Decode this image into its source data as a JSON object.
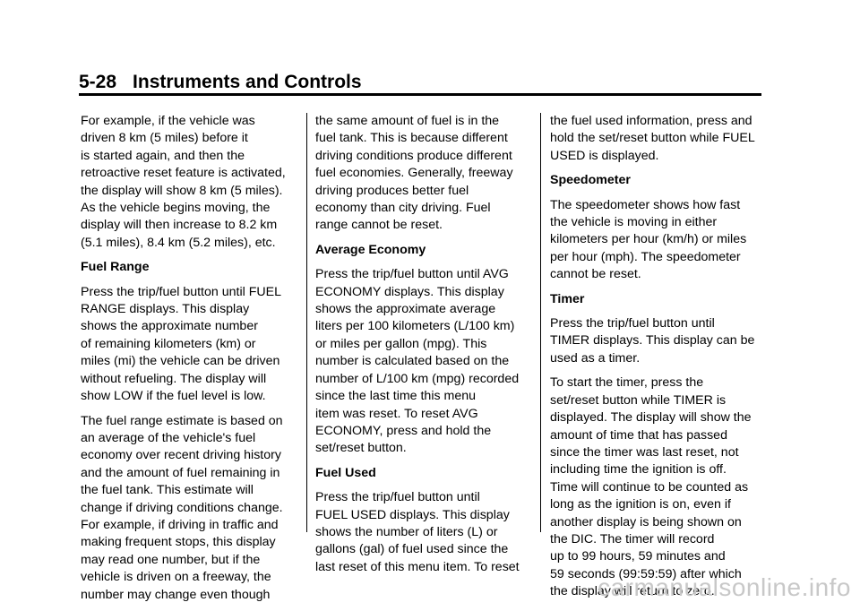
{
  "header": {
    "page_number": "5-28",
    "section_title": "Instruments and Controls"
  },
  "columns": [
    {
      "blocks": [
        {
          "type": "p",
          "lines": [
            "For example, if the vehicle was",
            "driven 8 km (5 miles) before it",
            "is started again, and then the",
            "retroactive reset feature is activated,",
            "the display will show 8 km (5 miles).",
            "As the vehicle begins moving, the",
            "display will then increase to 8.2 km",
            "(5.1 miles), 8.4 km (5.2 miles), etc."
          ]
        },
        {
          "type": "h",
          "text": "Fuel Range"
        },
        {
          "type": "p",
          "lines": [
            "Press the trip/fuel button until FUEL",
            "RANGE displays. This display",
            "shows the approximate number",
            "of remaining kilometers (km) or",
            "miles (mi) the vehicle can be driven",
            "without refueling. The display will",
            "show LOW if the fuel level is low."
          ]
        },
        {
          "type": "p",
          "lines": [
            "The fuel range estimate is based on",
            "an average of the vehicle's fuel",
            "economy over recent driving history",
            "and the amount of fuel remaining in",
            "the fuel tank. This estimate will",
            "change if driving conditions change.",
            "For example, if driving in traffic and",
            "making frequent stops, this display",
            "may read one number, but if the",
            "vehicle is driven on a freeway, the",
            "number may change even though"
          ]
        }
      ]
    },
    {
      "blocks": [
        {
          "type": "p",
          "lines": [
            "the same amount of fuel is in the",
            "fuel tank. This is because different",
            "driving conditions produce different",
            "fuel economies. Generally, freeway",
            "driving produces better fuel",
            "economy than city driving. Fuel",
            "range cannot be reset."
          ]
        },
        {
          "type": "h",
          "text": "Average Economy"
        },
        {
          "type": "p",
          "lines": [
            "Press the trip/fuel button until AVG",
            "ECONOMY displays. This display",
            "shows the approximate average",
            "liters per 100 kilometers (L/100 km)",
            "or miles per gallon (mpg). This",
            "number is calculated based on the",
            "number of L/100 km (mpg) recorded",
            "since the last time this menu",
            "item was reset. To reset AVG",
            "ECONOMY, press and hold the",
            "set/reset button."
          ]
        },
        {
          "type": "h",
          "text": "Fuel Used"
        },
        {
          "type": "p",
          "lines": [
            "Press the trip/fuel button until",
            "FUEL USED displays. This display",
            "shows the number of liters (L) or",
            "gallons (gal) of fuel used since the",
            "last reset of this menu item. To reset"
          ]
        }
      ]
    },
    {
      "blocks": [
        {
          "type": "p",
          "lines": [
            "the fuel used information, press and",
            "hold the set/reset button while FUEL",
            "USED is displayed."
          ]
        },
        {
          "type": "h",
          "text": "Speedometer"
        },
        {
          "type": "p",
          "lines": [
            "The speedometer shows how fast",
            "the vehicle is moving in either",
            "kilometers per hour (km/h) or miles",
            "per hour (mph). The speedometer",
            "cannot be reset."
          ]
        },
        {
          "type": "h",
          "text": "Timer"
        },
        {
          "type": "p",
          "lines": [
            "Press the trip/fuel button until",
            "TIMER displays. This display can be",
            "used as a timer."
          ]
        },
        {
          "type": "p",
          "lines": [
            "To start the timer, press the",
            "set/reset button while TIMER is",
            "displayed. The display will show the",
            "amount of time that has passed",
            "since the timer was last reset, not",
            "including time the ignition is off.",
            "Time will continue to be counted as",
            "long as the ignition is on, even if",
            "another display is being shown on",
            "the DIC. The timer will record",
            "up to 99 hours, 59 minutes and",
            "59 seconds (99:59:59) after which",
            "the display will return to zero."
          ]
        }
      ]
    }
  ],
  "watermark": "carmanualsonline.info"
}
